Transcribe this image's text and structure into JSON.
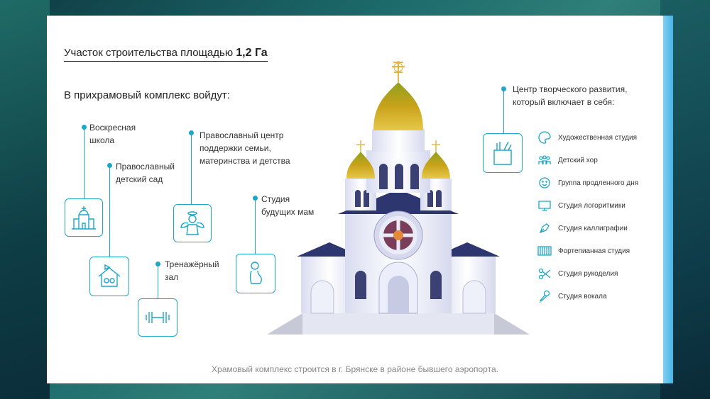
{
  "title": {
    "text": "Участок строительства площадью ",
    "bold": "1,2 Га"
  },
  "subtitle": "В прихрамовый комплекс войдут:",
  "left_items": [
    {
      "label_line1": "Воскресная",
      "label_line2": "школа",
      "icon": "church-icon"
    },
    {
      "label_line1": "Православный",
      "label_line2": "детский сад",
      "icon": "kindergarten-house-icon"
    },
    {
      "label_line1": "Тренажёрный",
      "label_line2": "зал",
      "icon": "dumbbell-icon"
    },
    {
      "label_line1": "Православный центр",
      "label_line2": "поддержки семьи,",
      "label_line3": "материнства и детства",
      "icon": "angel-icon"
    },
    {
      "label_line1": "Студия",
      "label_line2": "будущих мам",
      "icon": "pregnant-woman-icon"
    }
  ],
  "right_header": {
    "line1": "Центр творческого развития,",
    "line2": "который включает в себя:",
    "icon": "art-supplies-icon"
  },
  "right_list": [
    {
      "label": "Художественная студия",
      "icon": "palette-icon"
    },
    {
      "label": "Детский хор",
      "icon": "choir-icon"
    },
    {
      "label": "Группа продленного дня",
      "icon": "child-face-icon"
    },
    {
      "label": "Студия логоритмики",
      "icon": "screen-icon"
    },
    {
      "label": "Студия каллиграфии",
      "icon": "pen-nib-icon"
    },
    {
      "label": "Фортепианная студия",
      "icon": "piano-keys-icon"
    },
    {
      "label": "Студия рукоделия",
      "icon": "scissors-icon"
    },
    {
      "label": "Студия вокала",
      "icon": "microphone-icon"
    }
  ],
  "caption": "Храмовый комплекс строится в г. Брянске в районе бывшего аэропорта.",
  "colors": {
    "accent": "#1ca6c9",
    "dome_gold": "#c9a21a",
    "text": "#222222"
  }
}
